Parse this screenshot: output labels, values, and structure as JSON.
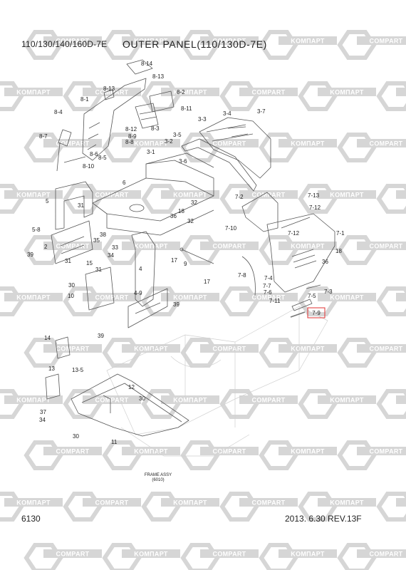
{
  "header": {
    "model": "110/130/140/160D-7E",
    "title": "OUTER PANEL(110/130D-7E)"
  },
  "footer": {
    "page_number": "6130",
    "revision": "2013. 6.30  REV.13F"
  },
  "watermark": {
    "brand_latin": "COMPART",
    "brand_cyrillic": "KOMПАРТ",
    "color": "#d6d6d6"
  },
  "frame_label": {
    "line1": "FRAME ASSY",
    "line2": "(6010)"
  },
  "highlight": {
    "label": "7-9",
    "color": "#e03030"
  },
  "callouts": [
    {
      "label": "8-14"
    },
    {
      "label": "8-13"
    },
    {
      "label": "8-13"
    },
    {
      "label": "8-1"
    },
    {
      "label": "8-2"
    },
    {
      "label": "8-11"
    },
    {
      "label": "8-4"
    },
    {
      "label": "8-3"
    },
    {
      "label": "8-12"
    },
    {
      "label": "8-9"
    },
    {
      "label": "8-8"
    },
    {
      "label": "8-7"
    },
    {
      "label": "8-6"
    },
    {
      "label": "8-5"
    },
    {
      "label": "8-10"
    },
    {
      "label": "3-3"
    },
    {
      "label": "3-4"
    },
    {
      "label": "3-7"
    },
    {
      "label": "3-5"
    },
    {
      "label": "3-2"
    },
    {
      "label": "3-1"
    },
    {
      "label": "3-6"
    },
    {
      "label": "6"
    },
    {
      "label": "5"
    },
    {
      "label": "31"
    },
    {
      "label": "32"
    },
    {
      "label": "18"
    },
    {
      "label": "36"
    },
    {
      "label": "32"
    },
    {
      "label": "7-2"
    },
    {
      "label": "7-13"
    },
    {
      "label": "7-12"
    },
    {
      "label": "7-10"
    },
    {
      "label": "7-12"
    },
    {
      "label": "7-1"
    },
    {
      "label": "5-8"
    },
    {
      "label": "38"
    },
    {
      "label": "35"
    },
    {
      "label": "2"
    },
    {
      "label": "39"
    },
    {
      "label": "31"
    },
    {
      "label": "33"
    },
    {
      "label": "34"
    },
    {
      "label": "18"
    },
    {
      "label": "36"
    },
    {
      "label": "17"
    },
    {
      "label": "9"
    },
    {
      "label": "15"
    },
    {
      "label": "31"
    },
    {
      "label": "4"
    },
    {
      "label": "7-8"
    },
    {
      "label": "7-4"
    },
    {
      "label": "7-7"
    },
    {
      "label": "7-6"
    },
    {
      "label": "7-5"
    },
    {
      "label": "7-3"
    },
    {
      "label": "7-11"
    },
    {
      "label": "30"
    },
    {
      "label": "17"
    },
    {
      "label": "10"
    },
    {
      "label": "4-9"
    },
    {
      "label": "39"
    },
    {
      "label": "39"
    },
    {
      "label": "14"
    },
    {
      "label": "13"
    },
    {
      "label": "13-5"
    },
    {
      "label": "12"
    },
    {
      "label": "30"
    },
    {
      "label": "37"
    },
    {
      "label": "34"
    },
    {
      "label": "30"
    },
    {
      "label": "11"
    }
  ]
}
